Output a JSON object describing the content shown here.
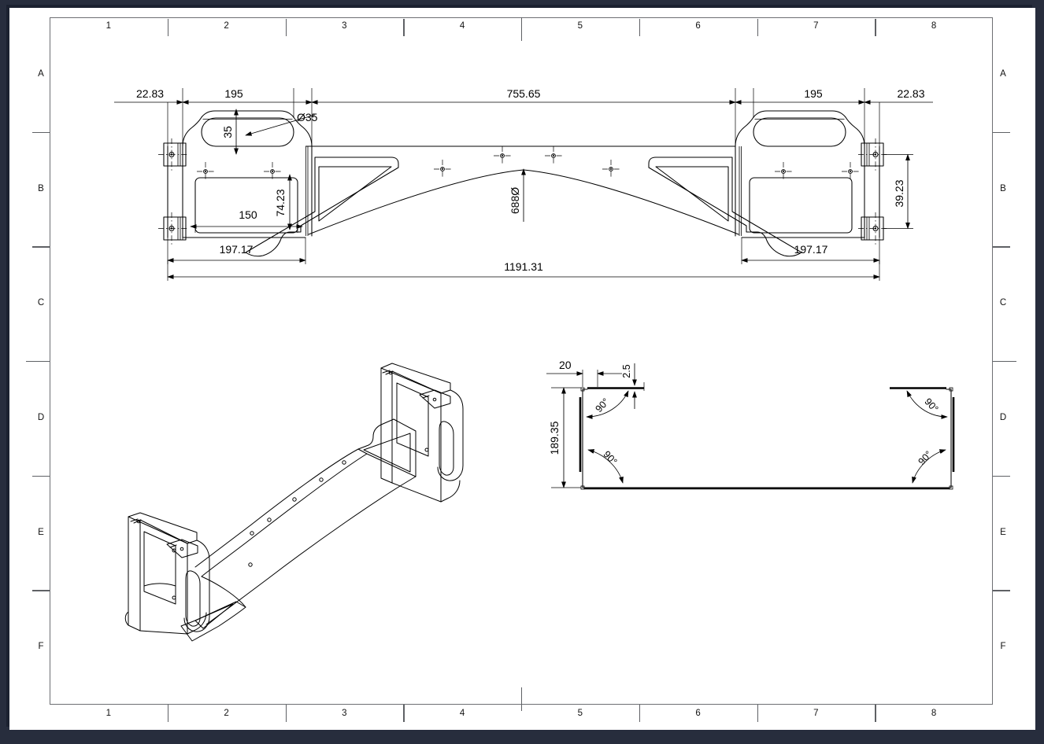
{
  "sheet": {
    "background_color": "#ffffff",
    "outer_background_color": "#272d3d",
    "frame_color": "#6d6f73"
  },
  "zones": {
    "columns": [
      "1",
      "2",
      "3",
      "4",
      "5",
      "6",
      "7",
      "8"
    ],
    "rows": [
      "A",
      "B",
      "C",
      "D",
      "E",
      "F"
    ]
  },
  "views": {
    "top_view": {
      "name": "front-elevation-view",
      "dimensions": {
        "left_edge_offset": "22.83",
        "left_slot_width": "195",
        "center_span": "755.65",
        "right_slot_width": "195",
        "right_edge_offset": "22.83",
        "slot_height": "35",
        "slot_diameter": "Ø35",
        "window_width": "150",
        "window_height": "74.23",
        "left_bracket_width": "197.17",
        "right_bracket_width": "197.17",
        "overall_width": "1191.31",
        "arch_radius": "688Ø",
        "bracket_hole_spacing": "39.23"
      }
    },
    "section_view": {
      "name": "section-profile-view",
      "dimensions": {
        "flange_width": "20",
        "thickness": "2.5",
        "height": "189.35",
        "angle_1": "90°",
        "angle_2": "90°",
        "angle_3": "90°",
        "angle_4": "90°"
      }
    },
    "isometric_view": {
      "name": "isometric-3d-view"
    }
  }
}
